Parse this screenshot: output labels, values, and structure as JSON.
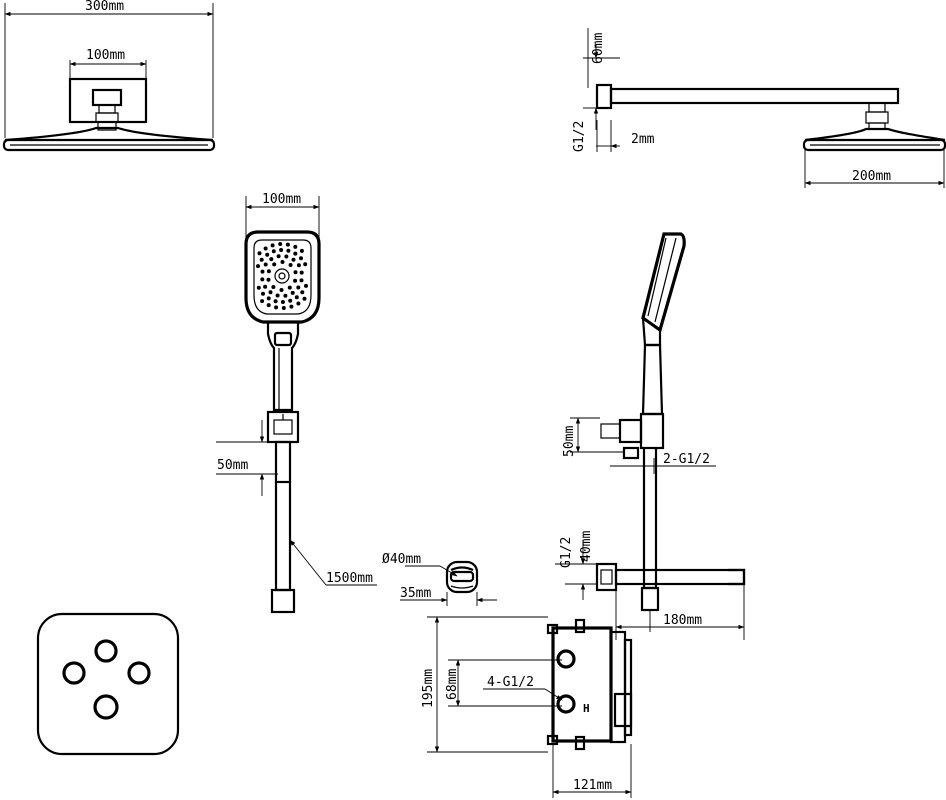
{
  "labels": {
    "rain_width": "300mm",
    "rain_mount_width": "100mm",
    "arm_wall_height": "60mm",
    "arm_thread": "G1/2",
    "arm_offset": "2mm",
    "arm_rain_width": "200mm",
    "hand_head_width": "100mm",
    "hand_holder_height": "50mm",
    "hose_length": "1500mm",
    "side_holder_height": "50mm",
    "side_holder_thread": "2-G1/2",
    "flange_diameter": "Ø40mm",
    "flange_depth": "35mm",
    "spout_thread": "G1/2",
    "spout_height": "40mm",
    "spout_length": "180mm",
    "valve_outlets": "4-G1/2",
    "valve_inner": "68mm",
    "valve_height": "195mm",
    "valve_width": "121mm",
    "valve_mark_h": "H"
  }
}
